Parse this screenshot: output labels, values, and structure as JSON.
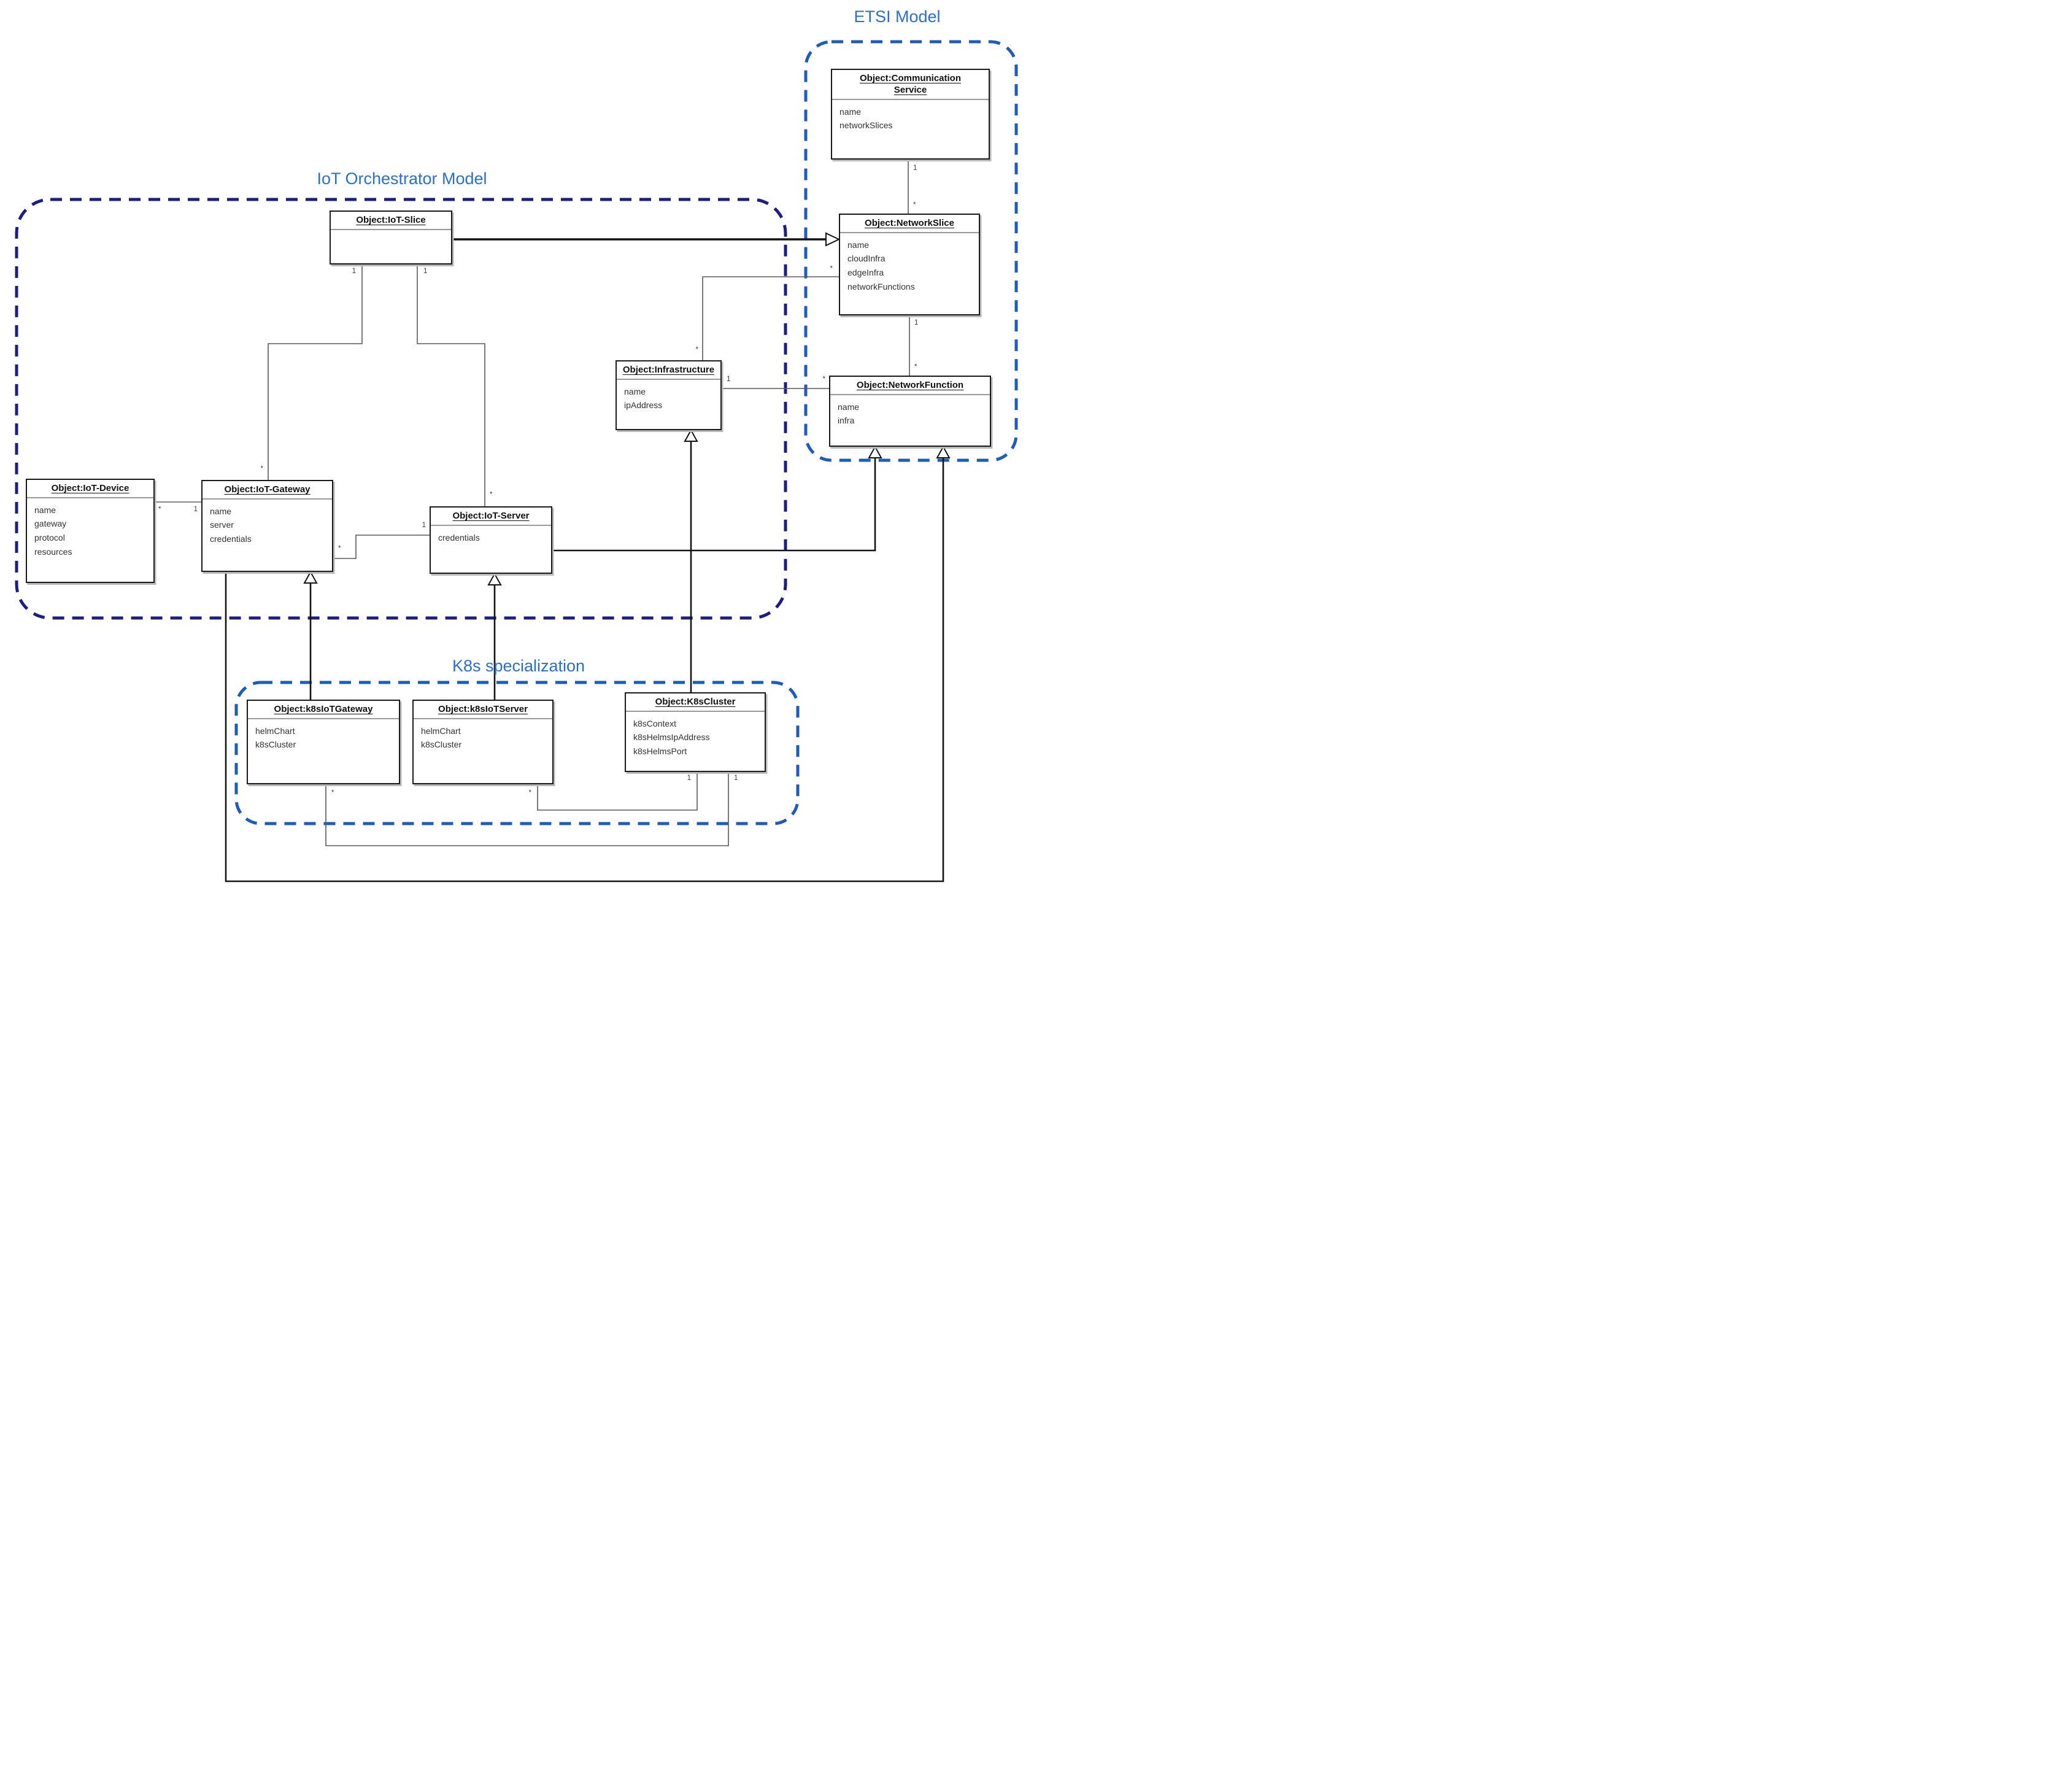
{
  "diagram": {
    "groups": [
      {
        "id": "iot",
        "label": "IoT Orchestrator Model"
      },
      {
        "id": "etsi",
        "label": "ETSI Model"
      },
      {
        "id": "k8s",
        "label": "K8s specialization"
      }
    ],
    "classes": {
      "comm_service": {
        "title_line1": "Object:Communication",
        "title_line2": "Service",
        "attrs": [
          "name",
          "networkSlices"
        ]
      },
      "network_slice": {
        "title": "Object:NetworkSlice",
        "attrs": [
          "name",
          "cloudInfra",
          "edgeInfra",
          "networkFunctions"
        ]
      },
      "network_function": {
        "title": "Object:NetworkFunction",
        "attrs": [
          "name",
          "infra"
        ]
      },
      "iot_slice": {
        "title": "Object:IoT-Slice",
        "attrs": []
      },
      "infrastructure": {
        "title": "Object:Infrastructure",
        "attrs": [
          "name",
          "ipAddress"
        ]
      },
      "iot_device": {
        "title": "Object:IoT-Device",
        "attrs": [
          "name",
          "gateway",
          "protocol",
          "resources"
        ]
      },
      "iot_gateway": {
        "title": "Object:IoT-Gateway",
        "attrs": [
          "name",
          "server",
          "credentials"
        ]
      },
      "iot_server": {
        "title": "Object:IoT-Server",
        "attrs": [
          "credentials"
        ]
      },
      "k8s_gateway": {
        "title": "Object:k8sIoTGateway",
        "attrs": [
          "helmChart",
          "k8sCluster"
        ]
      },
      "k8s_server": {
        "title": "Object:k8sIoTServer",
        "attrs": [
          "helmChart",
          "k8sCluster"
        ]
      },
      "k8s_cluster": {
        "title": "Object:K8sCluster",
        "attrs": [
          "k8sContext",
          "k8sHelmsIpAddress",
          "k8sHelmsPort"
        ]
      }
    },
    "multiplicities": [
      {
        "text": "1"
      },
      {
        "text": "*"
      },
      {
        "text": "1"
      },
      {
        "text": "*"
      },
      {
        "text": "*"
      },
      {
        "text": "*"
      },
      {
        "text": "1"
      },
      {
        "text": "*"
      },
      {
        "text": "1"
      },
      {
        "text": "*"
      },
      {
        "text": "1"
      },
      {
        "text": "*"
      },
      {
        "text": "*"
      },
      {
        "text": "1"
      },
      {
        "text": "*"
      },
      {
        "text": "1"
      },
      {
        "text": "*"
      },
      {
        "text": "1"
      },
      {
        "text": "*"
      },
      {
        "text": "1"
      }
    ]
  },
  "colors": {
    "iot_dash": "#1e1e82",
    "etsi_dash": "#1e5cb8",
    "k8s_dash": "#1e5cb8",
    "heading_blue": "#2a6fc9",
    "association_line": "#5a5a5a",
    "generalization_line": "#141414"
  }
}
